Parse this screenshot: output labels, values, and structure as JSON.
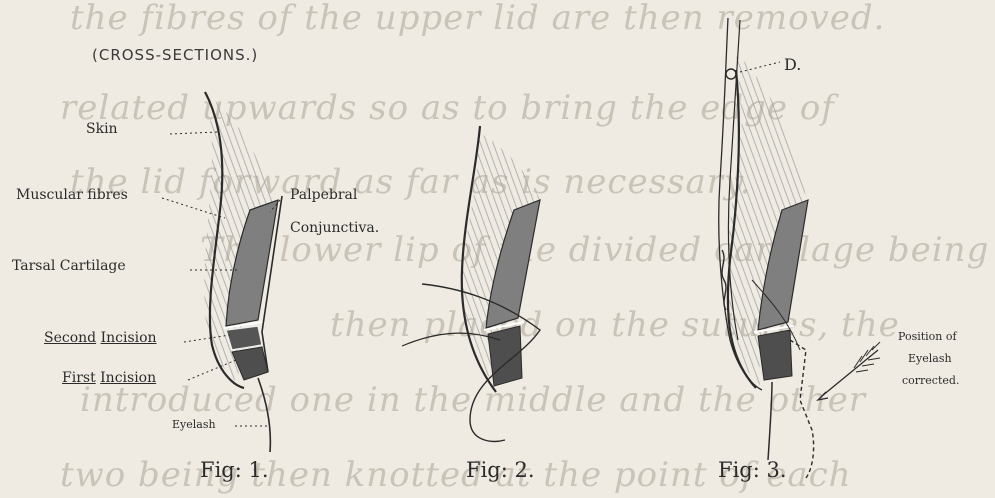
{
  "background_script": [
    "the fibres of the upper lid are then removed.",
    "related upwards so as to bring the edge of",
    "the lid forward as far as is necessary.",
    "The lower lip of the divided cartilage being",
    "then placed on the sutures, the",
    "introduced one in the middle and the other",
    "two being then knotted at the point of each"
  ],
  "heading": "(CROSS-SECTIONS.)",
  "labels": {
    "skin": "Skin",
    "muscular_fibres": "Muscular fibres",
    "palpebral_1": "Palpebral",
    "palpebral_2": "Conjunctiva.",
    "tarsal": "Tarsal Cartilage",
    "second_incision_word1": "Second",
    "second_incision_word2": "Incision",
    "first_incision_word1": "First",
    "first_incision_word2": "Incision",
    "eyelash": "Eyelash",
    "d_marker": "D.",
    "position_1": "Position of",
    "position_2": "Eyelash",
    "position_3": "corrected."
  },
  "figures": {
    "fig1": "Fig: 1.",
    "fig2": "Fig: 2.",
    "fig3": "Fig: 3."
  },
  "colors": {
    "paper": "#efebe2",
    "ink": "#2b2b2b",
    "cartilage": "#7f7f7f",
    "dark_segment": "#4e4e4e",
    "muscle_hatch": "#9a9a9a",
    "ghost_script": "#c9c3b8"
  }
}
